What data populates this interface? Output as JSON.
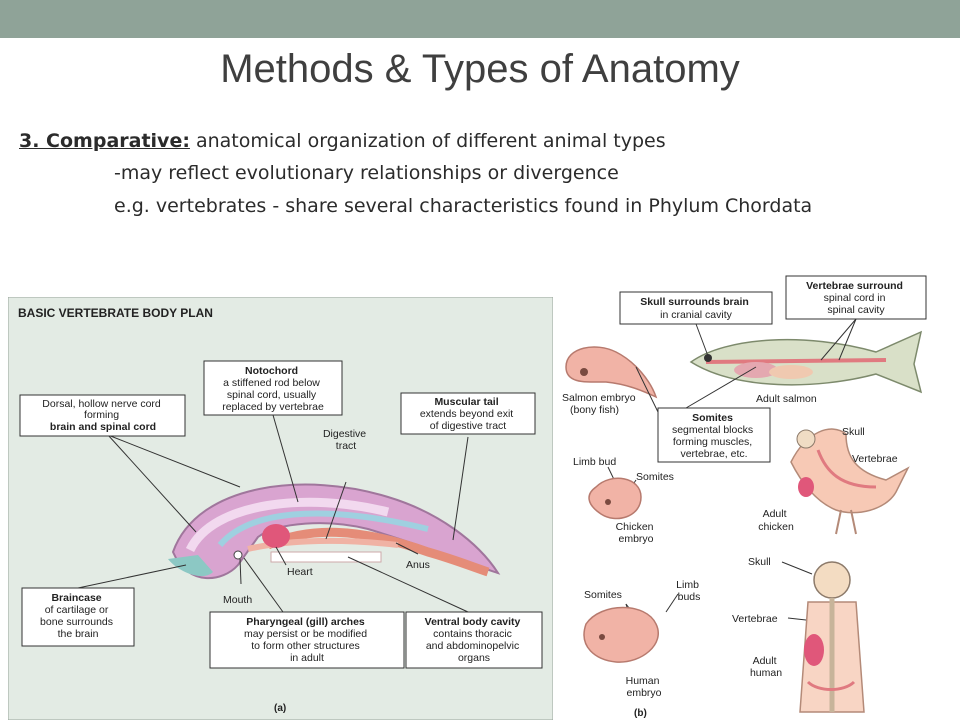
{
  "slide": {
    "title": "Methods & Types of Anatomy",
    "line1_term": "3. Comparative:",
    "line1_rest": " anatomical organization of different animal types",
    "line2": "-may reflect evolutionary relationships or divergence",
    "line3": "e.g. vertebrates - share several characteristics found in Phylum Chordata"
  },
  "figure_a": {
    "heading": "BASIC VERTEBRATE BODY PLAN",
    "panel_label": "(a)",
    "boxes": {
      "nerve_cord": [
        "Dorsal, hollow nerve cord",
        "forming",
        "brain and spinal cord"
      ],
      "notochord": [
        "Notochord",
        "a stiffened rod below",
        "spinal cord, usually",
        "replaced by vertebrae"
      ],
      "muscular_tail": [
        "Muscular tail",
        "extends beyond exit",
        "of digestive tract"
      ],
      "braincase": [
        "Braincase",
        "of cartilage or",
        "bone surrounds",
        "the brain"
      ],
      "pharyngeal": [
        "Pharyngeal (gill) arches",
        "may persist or be modified",
        "to form other structures",
        "in adult"
      ],
      "ventral": [
        "Ventral body cavity",
        "contains thoracic",
        "and abdominopelvic",
        "organs"
      ]
    },
    "labels": {
      "digestive": [
        "Digestive",
        "tract"
      ],
      "heart": "Heart",
      "anus": "Anus",
      "mouth": "Mouth"
    }
  },
  "figure_b": {
    "panel_label": "(b)",
    "boxes": {
      "skull": [
        "Skull surrounds brain",
        "in cranial cavity"
      ],
      "vertebrae": [
        "Vertebrae surround",
        "spinal cord in",
        "spinal cavity"
      ],
      "somites": [
        "Somites",
        "segmental blocks",
        "forming muscles,",
        "vertebrae, etc."
      ]
    },
    "labels": {
      "salmon_embryo": [
        "Salmon embryo",
        "(bony fish)"
      ],
      "adult_salmon": "Adult salmon",
      "limb_bud": "Limb bud",
      "somites_chicken": "Somites",
      "chicken_embryo": [
        "Chicken",
        "embryo"
      ],
      "skull_chicken": "Skull",
      "vertebrae_chicken": "Vertebrae",
      "adult_chicken": [
        "Adult",
        "chicken"
      ],
      "somites_human": "Somites",
      "limb_buds": [
        "Limb",
        "buds"
      ],
      "human_embryo": [
        "Human",
        "embryo"
      ],
      "skull_human": "Skull",
      "vertebrae_human": "Vertebrae",
      "adult_human": [
        "Adult",
        "human"
      ]
    }
  }
}
